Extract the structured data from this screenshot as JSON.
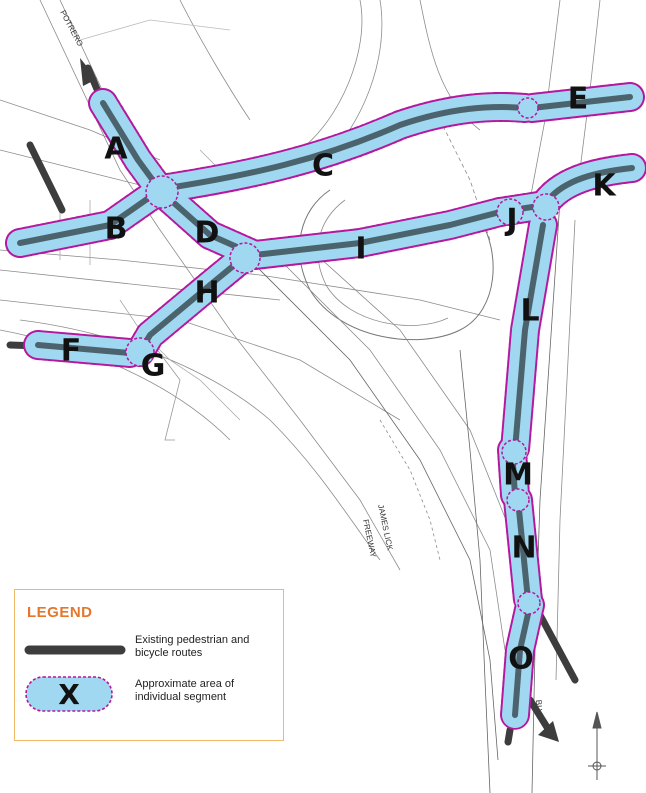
{
  "map": {
    "street_labels": {
      "potrero": "POTRERO",
      "freeway": "FREEWAY",
      "james_lick": "JAMES LICK",
      "blvd": "BLVD"
    },
    "segments": [
      {
        "id": "A",
        "label": "A"
      },
      {
        "id": "B",
        "label": "B"
      },
      {
        "id": "C",
        "label": "C"
      },
      {
        "id": "D",
        "label": "D"
      },
      {
        "id": "E",
        "label": "E"
      },
      {
        "id": "F",
        "label": "F"
      },
      {
        "id": "G",
        "label": "G"
      },
      {
        "id": "H",
        "label": "H"
      },
      {
        "id": "I",
        "label": "I"
      },
      {
        "id": "J",
        "label": "J"
      },
      {
        "id": "K",
        "label": "K"
      },
      {
        "id": "L",
        "label": "L"
      },
      {
        "id": "M",
        "label": "M"
      },
      {
        "id": "N",
        "label": "N"
      },
      {
        "id": "O",
        "label": "O"
      }
    ],
    "colors": {
      "segment_fill": "#9fd8f0",
      "segment_outline": "#b5179e",
      "route": "#3d3d3d",
      "legend_border": "#f0b96a",
      "legend_title": "#e5762b"
    }
  },
  "legend": {
    "title": "LEGEND",
    "items": [
      {
        "symbol": "route-line",
        "text": "Existing pedestrian and bicycle routes"
      },
      {
        "symbol": "segment-pill",
        "symbol_letter": "X",
        "text": "Approximate area of individual segment"
      }
    ]
  },
  "north_arrow": {
    "icon": "north-arrow-icon"
  }
}
